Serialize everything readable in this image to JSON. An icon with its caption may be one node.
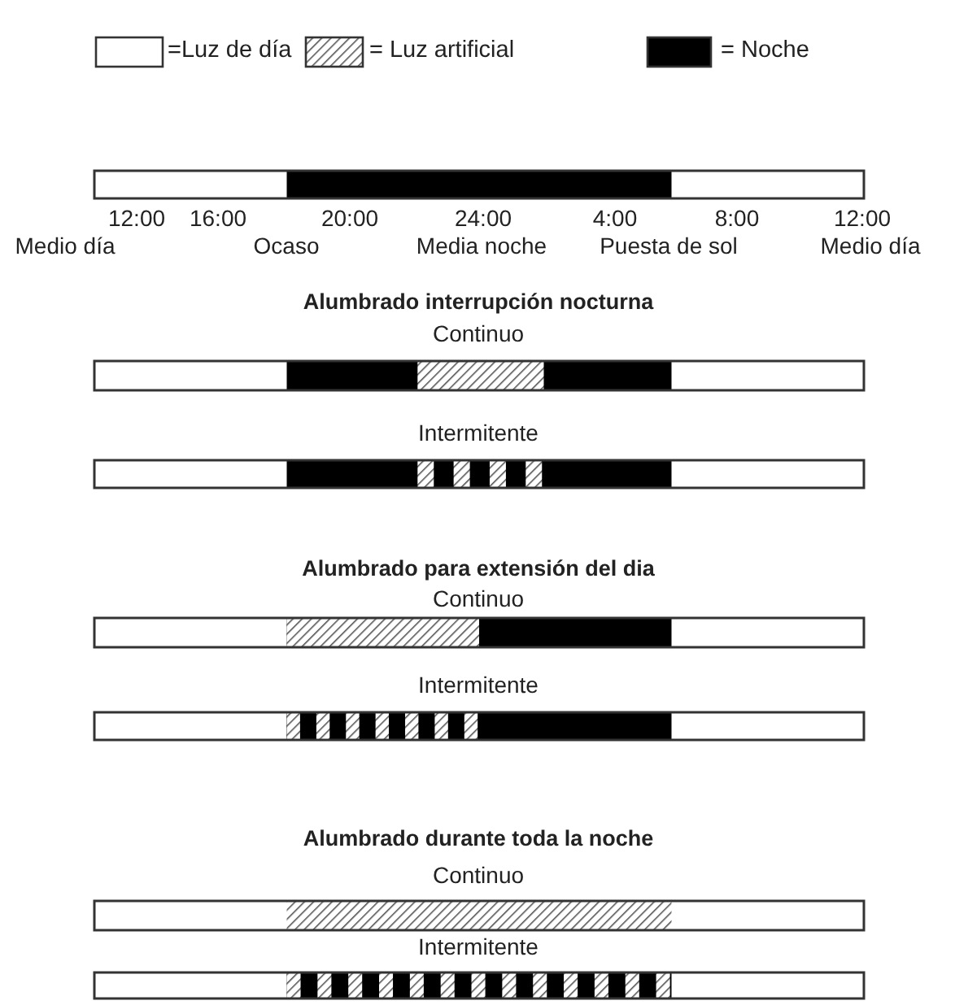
{
  "diagram": {
    "labels": [
      "12:00",
      "16:00",
      "20:00",
      "24:00",
      "4:00",
      "8:00",
      "12:00",
      "Medio día",
      "Ocaso",
      "Media noche",
      "Puesta de sol",
      "Medio día",
      "Alumbrado interrupción nocturna",
      "Continuo",
      "Intermitente",
      "Alumbrado para extensión del dia",
      "Continuo",
      "Intermitente",
      "Alumbrado durante toda la noche",
      "Continuo",
      "Intermitente"
    ],
    "legend": [
      {
        "text": "=Luz de día",
        "color": "#ffffff"
      },
      {
        "text": "= Luz artificial"
      },
      {
        "text": "= Noche",
        "color": "#000000"
      }
    ]
  }
}
